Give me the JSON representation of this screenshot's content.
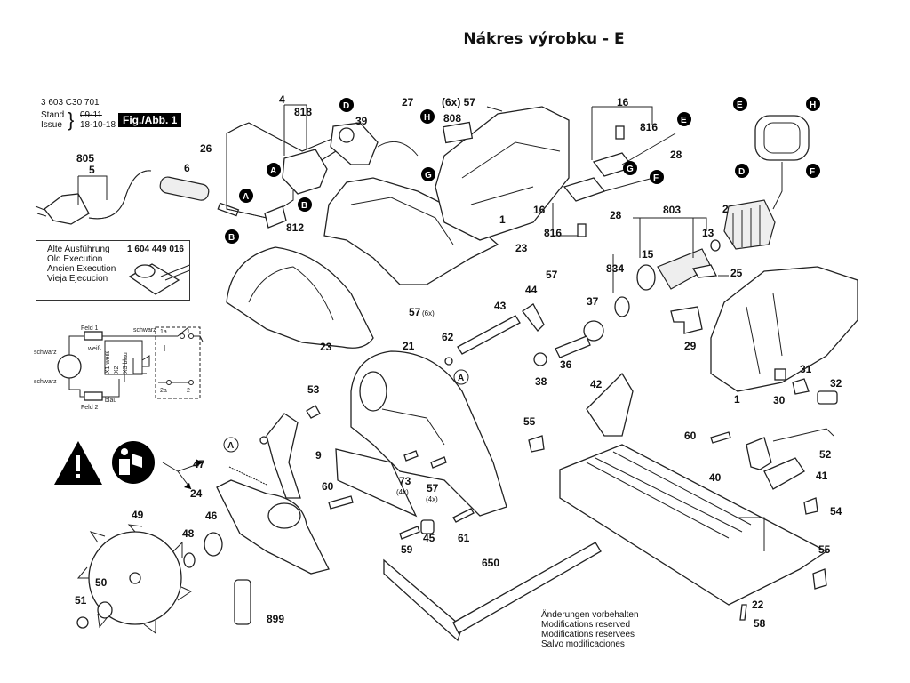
{
  "title": "Nákres výrobku - E",
  "header": {
    "doc_number": "3 603 C30 701",
    "stand_label": "Stand",
    "issue_label": "Issue",
    "stand_value_struck": "09-11",
    "issue_value": "18-10-18",
    "figure_label": "Fig./Abb. 1"
  },
  "old_execution": {
    "lines": [
      "Alte Ausführung",
      "Old Execution",
      "Ancien Execution",
      "Vieja Ejecucion"
    ],
    "part_number": "1 604 449 016"
  },
  "wiring": {
    "labels": [
      "Feld 1",
      "Feld 2",
      "schwarz",
      "schwarz",
      "schwarz",
      "weiß",
      "blau",
      "X1 weiß",
      "X2",
      "X3 blau",
      "1a",
      "1",
      "2a",
      "2"
    ]
  },
  "connectors": [
    "A",
    "B",
    "D",
    "E",
    "F",
    "G",
    "H"
  ],
  "part_labels": {
    "p4": "4",
    "p818": "818",
    "p26": "26",
    "p39": "39",
    "p27": "27",
    "p57a": "(6x) 57",
    "p808": "808",
    "p16a": "16",
    "p816a": "816",
    "p28a": "28",
    "p16b": "16",
    "p816b": "816",
    "p28b": "28",
    "p805": "805",
    "p5": "5",
    "p6": "6",
    "p812": "812",
    "p23a": "23",
    "p23b": "23",
    "p1a": "1",
    "p57b": "57",
    "p57b_qty": "(6x)",
    "p803": "803",
    "p2": "2",
    "p13": "13",
    "p15": "15",
    "p834": "834",
    "p25": "25",
    "p44": "44",
    "p57c": "57",
    "p43": "43",
    "p37": "37",
    "p62": "62",
    "p21": "21",
    "p29": "29",
    "p36": "36",
    "p38": "38",
    "p1b": "1",
    "p31": "31",
    "p30": "30",
    "p32": "32",
    "p42": "42",
    "p53": "53",
    "p55a": "55",
    "p60a": "60",
    "p52": "52",
    "p9": "9",
    "p73": "73",
    "p73_qty": "(4x)",
    "p57d": "57",
    "p57d_qty": "(4x)",
    "p40": "40",
    "p41": "41",
    "p47": "47",
    "p24": "24",
    "p60b": "60",
    "p54": "54",
    "p49": "49",
    "p46": "46",
    "p48": "48",
    "p59": "59",
    "p45": "45",
    "p61": "61",
    "p55b": "55",
    "p650": "650",
    "p50": "50",
    "p51": "51",
    "p899": "899",
    "p22": "22",
    "p58": "58"
  },
  "footer_note": [
    "Änderungen vorbehalten",
    "Modifications reserved",
    "Modifications reservees",
    "Salvo modificaciones"
  ]
}
